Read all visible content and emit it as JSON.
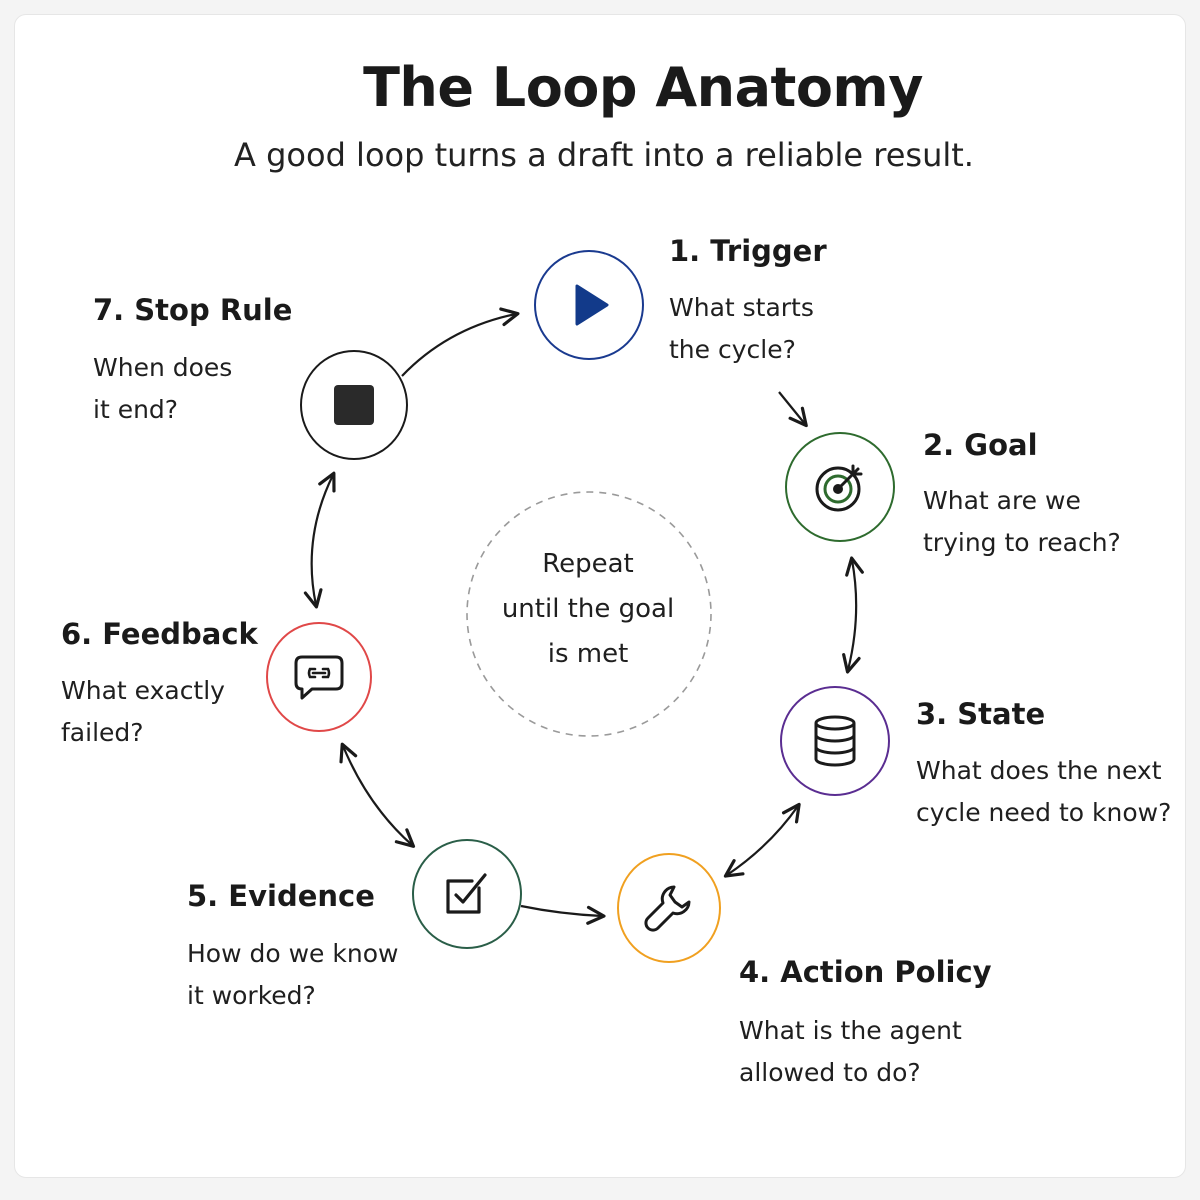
{
  "title": "The Loop Anatomy",
  "subtitle": "A good loop turns a draft into a reliable result.",
  "center": {
    "text": "Repeat\nuntil the goal\nis met"
  },
  "stages": [
    {
      "title": "1. Trigger",
      "question": "What starts\nthe cycle?",
      "icon": "play-icon",
      "color": "#1a3a8f"
    },
    {
      "title": "2. Goal",
      "question": "What are we\ntrying to reach?",
      "icon": "target-icon",
      "color": "#2e6b2e"
    },
    {
      "title": "3. State",
      "question": "What does the next\ncycle need to know?",
      "icon": "database-icon",
      "color": "#5a2d91"
    },
    {
      "title": "4. Action Policy",
      "question": "What is the agent\nallowed to do?",
      "icon": "wrench-icon",
      "color": "#f0a020"
    },
    {
      "title": "5. Evidence",
      "question": "How do we know\nit worked?",
      "icon": "checkbox-icon",
      "color": "#2a5e48"
    },
    {
      "title": "6. Feedback",
      "question": "What exactly\nfailed?",
      "icon": "chat-bubble-icon",
      "color": "#e04848"
    },
    {
      "title": "7. Stop Rule",
      "question": "When does\nit end?",
      "icon": "stop-icon",
      "color": "#1a1a1a"
    }
  ]
}
